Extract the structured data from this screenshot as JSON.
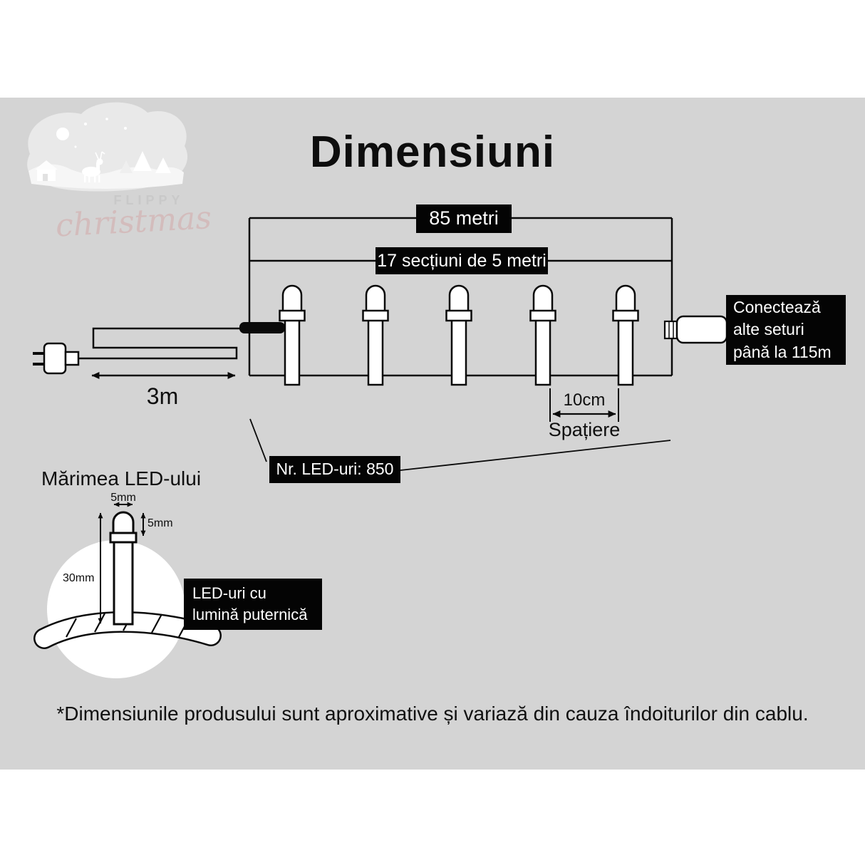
{
  "page": {
    "title": "Dimensiuni",
    "footnote": "*Dimensiunile produsului sunt aproximative și variază din cauza îndoiturilor din cablu."
  },
  "logo": {
    "brand": "FLIPPY",
    "brand_script": "christmas"
  },
  "diagram": {
    "total_length": "85 metri",
    "sections": "17 secțiuni de 5 metri",
    "connector_note": "Conectează alte seturi până la 115m",
    "led_count": "Nr. LED-uri: 850",
    "lead_cable_length": "3m",
    "spacing_value": "10cm",
    "spacing_label": "Spațiere"
  },
  "led_detail": {
    "section_title": "Mărimea LED-ului",
    "bulb_width": "5mm",
    "bulb_height": "5mm",
    "stem_length": "30mm",
    "note": "LED-uri cu lumină puternică"
  },
  "colors": {
    "background_band": "#d4d4d4",
    "label_box_bg": "#040404",
    "label_box_text": "#ffffff",
    "line": "#0a0a0a",
    "script_pink": "#d3bcbc"
  }
}
